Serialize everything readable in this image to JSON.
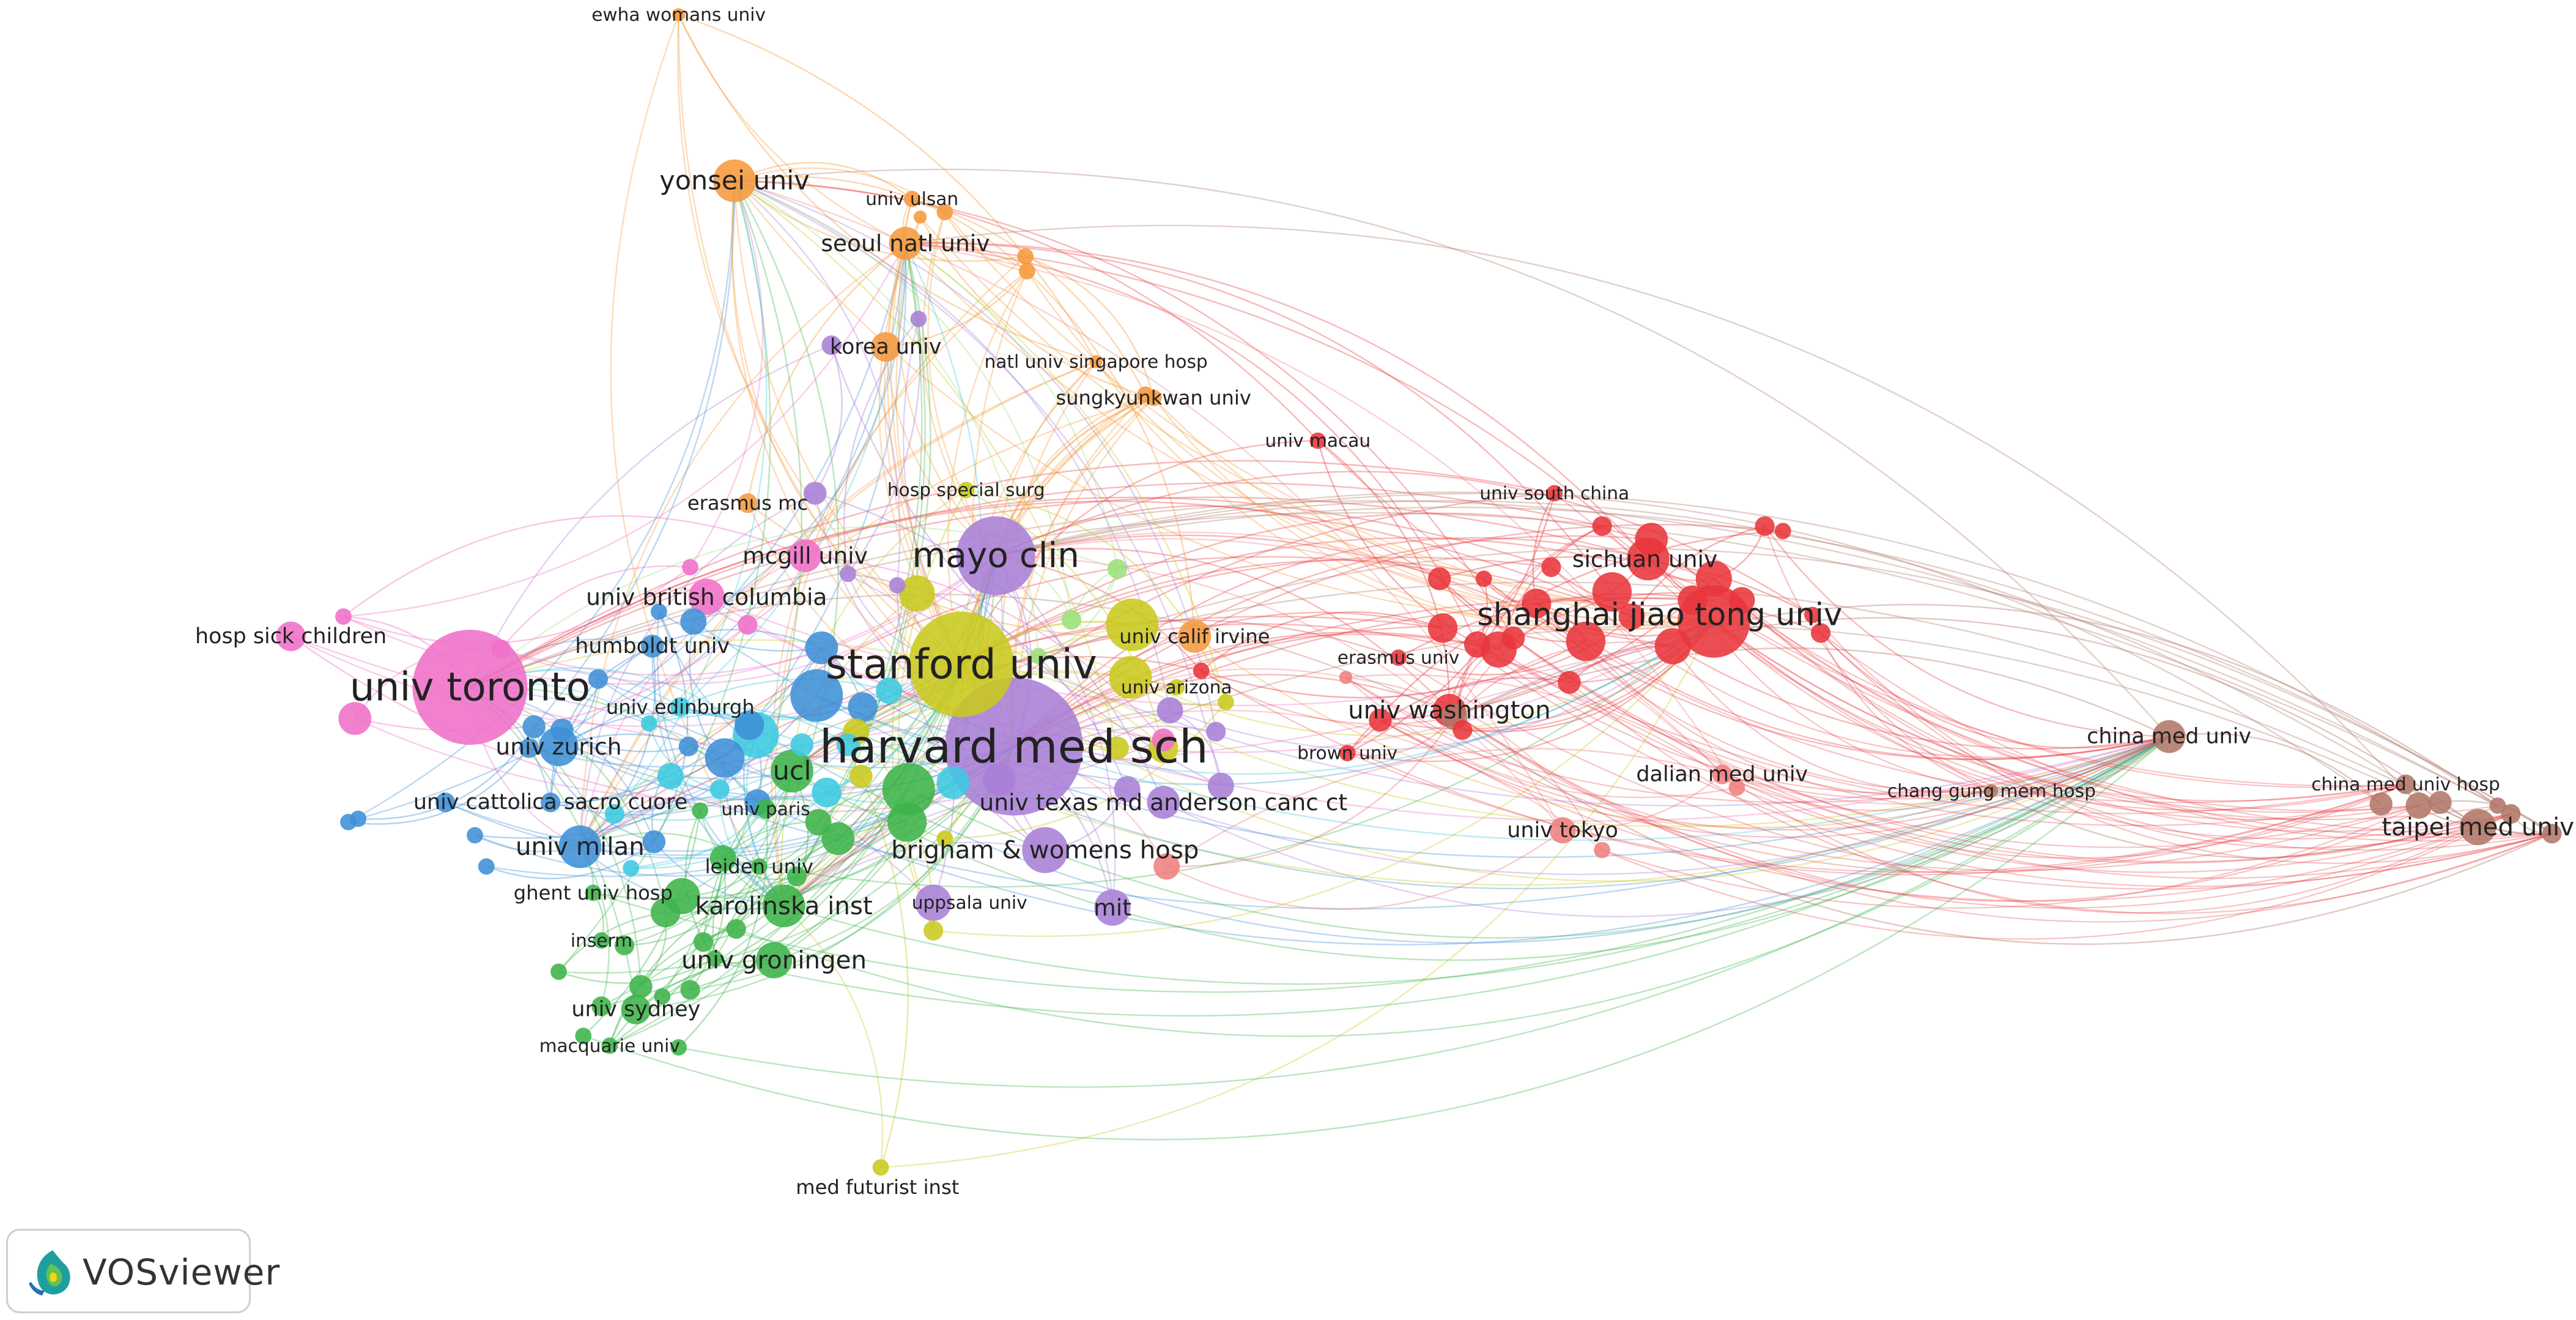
{
  "app": {
    "name": "VOSviewer"
  },
  "colors": {
    "red": "#e8363b",
    "lightred": "#f08080",
    "orange": "#f59a3c",
    "purple": "#a97fd6",
    "olive": "#c9c91e",
    "green": "#3db44a",
    "blue": "#3f8fd6",
    "cyan": "#3cc9e0",
    "pink": "#ef6fc8",
    "brown": "#b07868",
    "lightgreen": "#9be07a"
  },
  "clusters": {
    "red": [
      "shanghai jiao tong univ",
      "sichuan univ",
      "univ washington",
      "erasmus univ",
      "brown univ",
      "univ macau",
      "univ south china",
      "dalian med univ",
      "univ tokyo"
    ],
    "brown": [
      "china med univ",
      "chang gung mem hosp",
      "china med univ hosp",
      "taipei med univ"
    ],
    "orange": [
      "ewha womans univ",
      "yonsei univ",
      "univ ulsan",
      "seoul natl univ",
      "sungkyunkwan univ",
      "natl univ singapore hosp",
      "univ calif irvine",
      "erasmus mc"
    ],
    "purple": [
      "korea univ",
      "mayo clin",
      "harvard med sch",
      "brigham & womens hosp",
      "mit",
      "uppsala univ",
      "univ texas md anderson canc ct"
    ],
    "olive": [
      "stanford univ",
      "univ arizona",
      "hosp special surg",
      "med futurist inst"
    ],
    "green": [
      "ucl",
      "karolinska inst",
      "univ groningen",
      "leiden univ",
      "univ paris",
      "inserm",
      "univ sydney",
      "macquarie univ",
      "ghent univ hosp"
    ],
    "blue": [
      "univ zurich",
      "univ milan",
      "univ cattolica sacro cuore",
      "humboldt univ",
      "univ edinburgh"
    ],
    "pink": [
      "univ toronto",
      "hosp sick children",
      "mcgill univ",
      "univ british columbia"
    ]
  }
}
